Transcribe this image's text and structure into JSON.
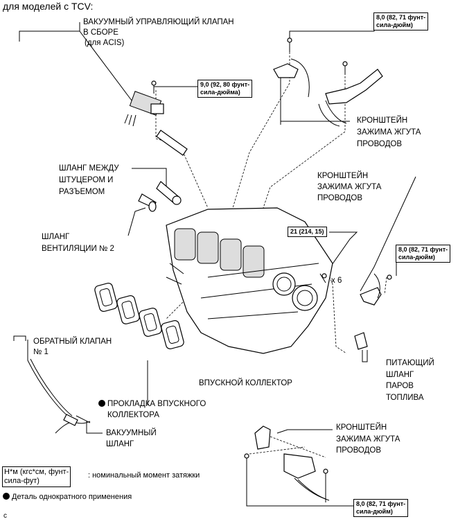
{
  "header": "для моделей с TCV:",
  "labels": {
    "vsv": [
      "ВАКУУМНЫЙ УПРАВЛЯЮЩИЙ КЛАПАН",
      "В СБОРЕ",
      "(для ACIS)"
    ],
    "hose_union": [
      "ШЛАНГ МЕЖДУ",
      "ШТУЦЕРОМ И",
      "РАЗЪЕМОМ"
    ],
    "vent_hose": [
      "ШЛАНГ",
      "ВЕНТИЛЯЦИИ № 2"
    ],
    "check_valve": [
      "ОБРАТНЫЙ КЛАПАН",
      "№ 1"
    ],
    "gasket": [
      "ПРОКЛАДКА ВПУСКНОГО",
      "КОЛЛЕКТОРА"
    ],
    "vacuum_hose": [
      "ВАКУУМНЫЙ",
      "ШЛАНГ"
    ],
    "bracket1": [
      "КРОНШТЕЙН",
      "ЗАЖИМА ЖГУТА",
      "ПРОВОДОВ"
    ],
    "bracket2": [
      "КРОНШТЕЙН",
      "ЗАЖИМА ЖГУТА",
      "ПРОВОДОВ"
    ],
    "bracket3": [
      "КРОНШТЕЙН",
      "ЗАЖИМА ЖГУТА",
      "ПРОВОДОВ"
    ],
    "manifold": "ВПУСКНОЙ КОЛЛЕКТОР",
    "fuel_vapor": [
      "ПИТАЮЩИЙ",
      "ШЛАНГ",
      "ПАРОВ",
      "ТОПЛИВА"
    ],
    "x6": "x 6"
  },
  "torques": {
    "top_right": [
      "8,0 (82, 71 фунт-",
      "сила-дюйм)"
    ],
    "vsv": [
      "9,0 (92, 80 фунт-",
      "сила-дюйма)"
    ],
    "manifold": "21 (214, 15)",
    "right": [
      "8,0 (82, 71 фунт-",
      "сила-дюйм)"
    ],
    "bottom": [
      "8,0 (82, 71 фунт-",
      "сила-дюйм)"
    ]
  },
  "legend": {
    "unit_box": [
      "Н*м (кгс*см, фунт-",
      "сила-фут)"
    ],
    "unit_text": ": номинальный момент затяжки",
    "non_reusable": "Деталь однократного применения"
  },
  "footer_code": "c"
}
